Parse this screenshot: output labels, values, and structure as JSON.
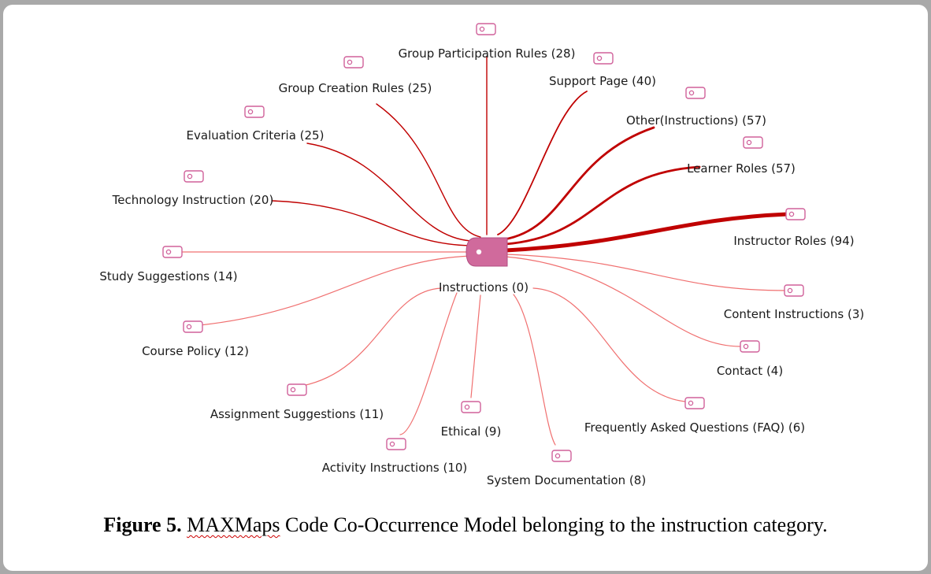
{
  "center": {
    "label": "Instructions (0)",
    "icon": "code-tag-icon"
  },
  "codes": [
    {
      "label": "Group Participation Rules (28)"
    },
    {
      "label": "Support Page (40)"
    },
    {
      "label": "Group Creation Rules (25)"
    },
    {
      "label": "Other(Instructions) (57)"
    },
    {
      "label": "Evaluation Criteria (25)"
    },
    {
      "label": "Learner Roles (57)"
    },
    {
      "label": "Technology Instruction (20)"
    },
    {
      "label": "Instructor Roles (94)"
    },
    {
      "label": "Study Suggestions (14)"
    },
    {
      "label": "Content Instructions (3)"
    },
    {
      "label": "Course Policy (12)"
    },
    {
      "label": "Contact (4)"
    },
    {
      "label": "Assignment Suggestions (11)"
    },
    {
      "label": "Frequently Asked Questions (FAQ) (6)"
    },
    {
      "label": "Ethical (9)"
    },
    {
      "label": "Activity Instructions (10)"
    },
    {
      "label": "System Documentation (8)"
    }
  ],
  "colors": {
    "link_dark": "#c00000",
    "link_light": "#f07070",
    "code_icon": "#d0609a",
    "center_node": "#d06a9c"
  },
  "caption": {
    "bold": "Figure 5.",
    "underlined": "MAXMaps",
    "rest": " Code Co-Occurrence Model belonging to the instruction category."
  }
}
